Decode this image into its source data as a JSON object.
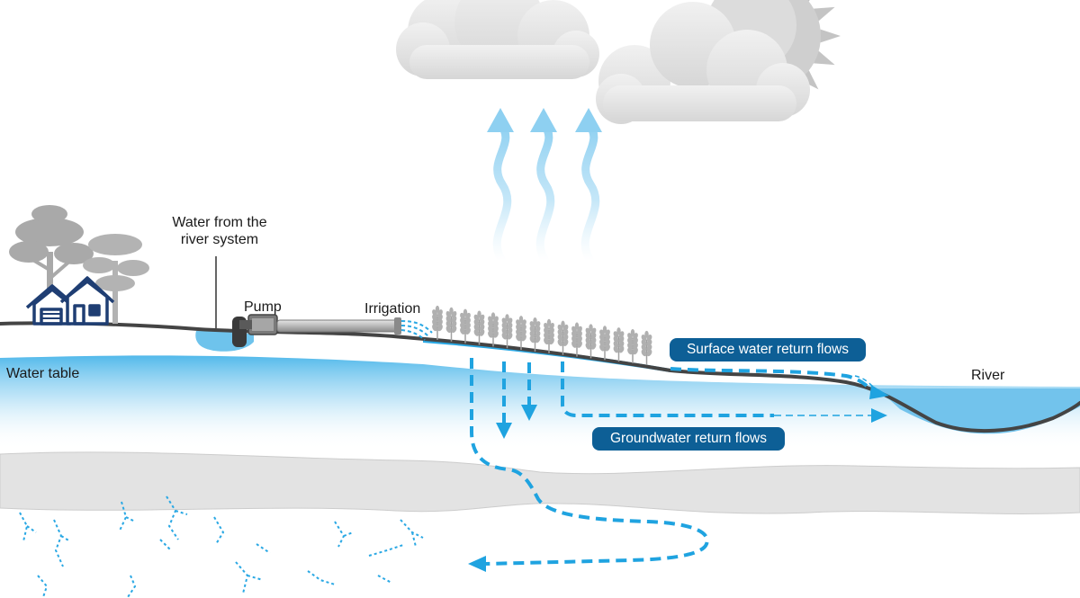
{
  "labels": {
    "water_from_river": "Water from the\nriver system",
    "pump": "Pump",
    "irrigation": "Irrigation",
    "water_table": "Water table",
    "river": "River"
  },
  "callouts": {
    "surface_return": "Surface water return flows",
    "groundwater_return": "Groundwater return flows"
  },
  "colors": {
    "callout_bg": "#0d5f96",
    "water": "#6ec3ec",
    "flow_arrow": "#1fa3e0",
    "ground_line": "#444444",
    "house": "#1f3e73",
    "tree": "#a8a8a8",
    "cloud": "#e4e4e4",
    "sun": "#bdbdbd"
  },
  "icons": [
    "cloud-icon",
    "sun-icon",
    "tree-icon",
    "house-icon",
    "pump-icon",
    "wheat-icon",
    "evaporation-arrow-icon"
  ]
}
